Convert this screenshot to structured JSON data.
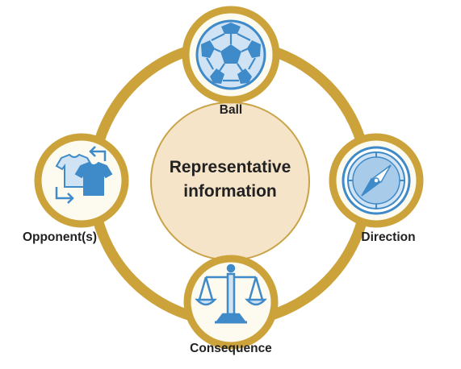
{
  "center": {
    "line1": "Representative",
    "line2": "information"
  },
  "nodes": {
    "top": {
      "label": "Ball",
      "icon": "soccer-ball-icon"
    },
    "right": {
      "label": "Direction",
      "icon": "compass-icon"
    },
    "bottom": {
      "label": "Consequence",
      "icon": "scales-icon"
    },
    "left": {
      "label": "Opponent(s)",
      "icon": "jerseys-swap-icon"
    }
  },
  "colors": {
    "ring": "#d2a83c",
    "center_fill": "#f6e4c8",
    "center_stroke": "#c9a347",
    "node_fill": "#fdfaf0",
    "icon_blue": "#3f8ac8",
    "icon_light": "#cfe3f5",
    "text": "#222222"
  }
}
